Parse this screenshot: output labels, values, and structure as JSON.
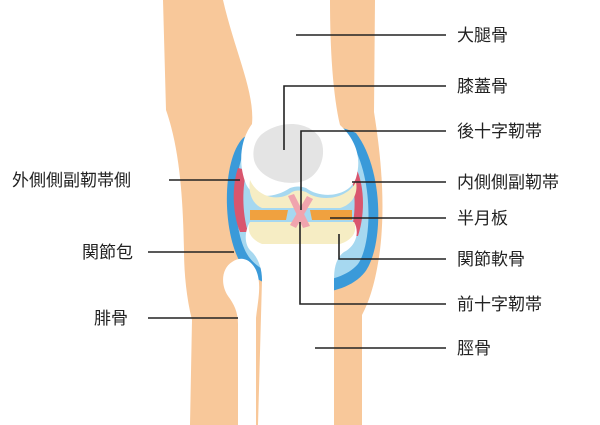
{
  "diagram": {
    "labels": {
      "femur": "大腿骨",
      "patella": "膝蓋骨",
      "posterior_cruciate_ligament": "後十字靭帯",
      "medial_collateral_ligament": "内側側副靭帯",
      "lateral_collateral_ligament": "外側側副靭帯側",
      "meniscus": "半月板",
      "joint_capsule": "関節包",
      "articular_cartilage": "関節軟骨",
      "fibula": "腓骨",
      "anterior_cruciate_ligament": "前十字靭帯",
      "tibia": "脛骨"
    },
    "colors": {
      "skin": "#F8C89A",
      "capsule": "#3A9AD9",
      "capsule_inner": "#A6D8F0",
      "bone": "#FFFFFF",
      "patella": "#E4E4E4",
      "cartilage": "#F6EDC4",
      "meniscus": "#F0A13F",
      "ligament_pink": "#F0A4AE",
      "ligament_dark": "#D9566E",
      "leader_line": "#222222"
    }
  }
}
